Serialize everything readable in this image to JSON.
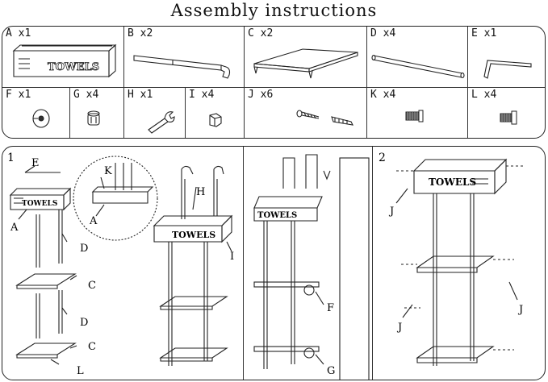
{
  "title": "Assembly instructions",
  "parts": [
    {
      "letter": "A",
      "qty": "x1"
    },
    {
      "letter": "B",
      "qty": "x2"
    },
    {
      "letter": "C",
      "qty": "x2"
    },
    {
      "letter": "D",
      "qty": "x4"
    },
    {
      "letter": "E",
      "qty": "x1"
    },
    {
      "letter": "F",
      "qty": "x1"
    },
    {
      "letter": "G",
      "qty": "x4"
    },
    {
      "letter": "H",
      "qty": "x1"
    },
    {
      "letter": "I",
      "qty": "x4"
    },
    {
      "letter": "J",
      "qty": "x6"
    },
    {
      "letter": "K",
      "qty": "x4"
    },
    {
      "letter": "L",
      "qty": "x4"
    }
  ],
  "basket_text": "TOWELS",
  "steps": {
    "step1": {
      "number": "1",
      "callouts": [
        "E",
        "K",
        "A",
        "H",
        "D",
        "C",
        "D",
        "C",
        "L",
        "A",
        "I"
      ]
    },
    "step_mid": {
      "callouts": [
        "F",
        "G"
      ]
    },
    "step2": {
      "number": "2",
      "callouts": [
        "J",
        "J",
        "J"
      ]
    }
  }
}
